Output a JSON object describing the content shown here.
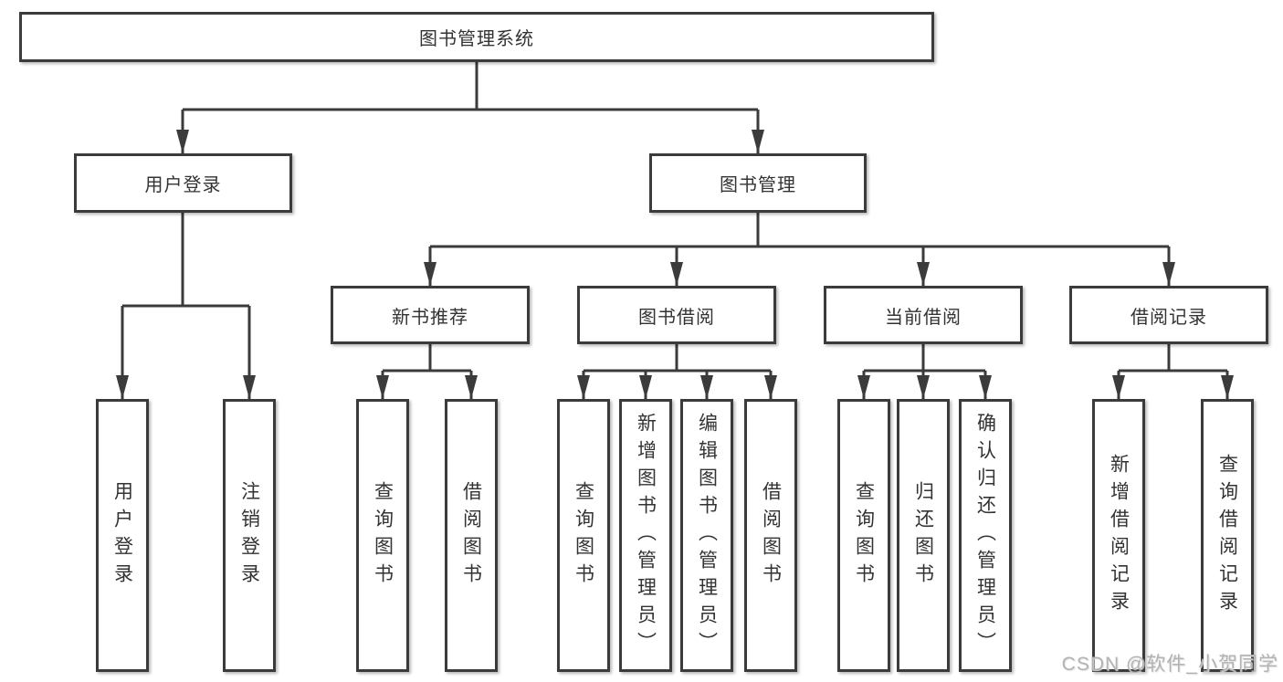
{
  "tree": {
    "label": "图书管理系统",
    "children": [
      {
        "label": "用户登录",
        "children": [
          {
            "label": "用户登录"
          },
          {
            "label": "注销登录"
          }
        ]
      },
      {
        "label": "图书管理",
        "children": [
          {
            "label": "新书推荐",
            "children": [
              {
                "label": "查询图书"
              },
              {
                "label": "借阅图书"
              }
            ]
          },
          {
            "label": "图书借阅",
            "children": [
              {
                "label": "查询图书"
              },
              {
                "label": "新增图书（管理员）"
              },
              {
                "label": "编辑图书（管理员）"
              },
              {
                "label": "借阅图书"
              }
            ]
          },
          {
            "label": "当前借阅",
            "children": [
              {
                "label": "查询图书"
              },
              {
                "label": "归还图书"
              },
              {
                "label": "确认归还（管理员）"
              }
            ]
          },
          {
            "label": "借阅记录",
            "children": [
              {
                "label": "新增借阅记录"
              },
              {
                "label": "查询借阅记录"
              }
            ]
          }
        ]
      }
    ]
  },
  "watermark": "CSDN @软件_小贺同学",
  "colors": {
    "line": "#3b3b3b",
    "box_border": "#3b3b3b",
    "text": "#333333",
    "background": "#ffffff",
    "watermark": "#b3b3b3"
  }
}
